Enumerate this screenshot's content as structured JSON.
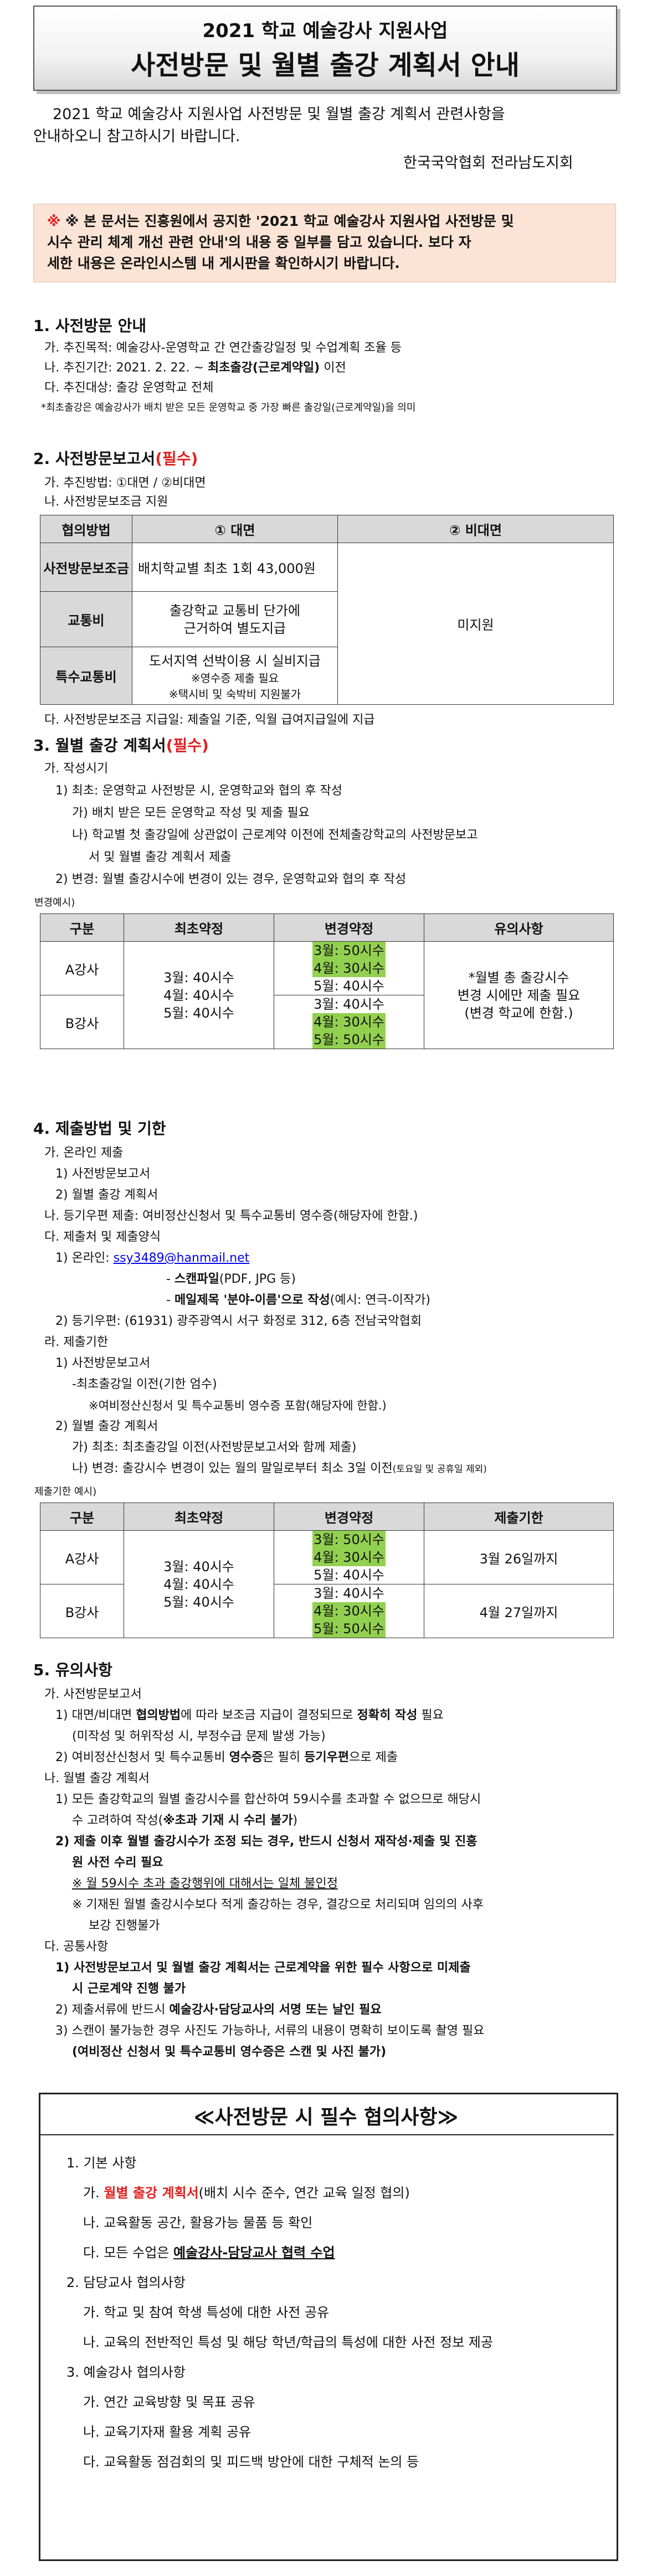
{
  "header": {
    "line1": "2021 학교 예술강사 지원사업",
    "line2": "사전방문 및 월별 출강 계획서 안내"
  },
  "intro": {
    "line1": "2021 학교 예술강사 지원사업 사전방문 및 월별 출강 계획서 관련사항을",
    "line2": "안내하오니 참고하시기 바랍니다.",
    "org": "한국국악협회 전라남도지회"
  },
  "notice": {
    "line1": "※ 본 문서는 진흥원에서 공지한 '2021 학교 예술강사 지원사업 사전방문 및",
    "line2": "시수 관리 체계 개선 관련 안내'의 내용 중 일부를 담고 있습니다. 보다 자",
    "line3": "세한 내용은 온라인시스템 내 게시판을 확인하시기 바랍니다."
  },
  "s1": {
    "title": "1. 사전방문 안내",
    "a": "가. 추진목적: 예술강사-운영학교 간 연간출강일정 및 수업계획 조율 등",
    "b_pre": "나. 추진기간: 2021. 2. 22. ~ ",
    "b_bold": "최초출강(근로계약일)",
    "b_post": " 이전",
    "c": "다. 추진대상: 출강 운영학교 전체",
    "note": "*최초출강은 예술강사가 배치 받은 모든 운영학교 중 가장 빠른 출강일(근로계약일)을 의미"
  },
  "s2": {
    "title": "2. 사전방문보고서",
    "title_red": "(필수)",
    "a": "가. 추진방법: ①대면 / ②비대면",
    "b": "나. 사전방문보조금 지원",
    "table": {
      "h0": "협의방법",
      "h1": "① 대면",
      "h2": "② 비대면",
      "r1label": "사전방문보조금",
      "r1val": "배치학교별 최초 1회 43,000원",
      "r2label": "교통비",
      "r2val1": "출강학교 교통비 단가에",
      "r2val2": "근거하여 별도지급",
      "r3label": "특수교통비",
      "r3val1": "도서지역 선박이용 시 실비지급",
      "r3val2": "※영수증 제출 필요",
      "r3val3": "※택시비 및 숙박비 지원불가",
      "none": "미지원"
    },
    "c": "다. 사전방문보조금 지급일: 제출일 기준, 익월 급여지급일에 지급"
  },
  "s3": {
    "title": "3. 월별 출강 계획서",
    "title_red": "(필수)",
    "a": "가. 작성시기",
    "i1": "1) 최초: 운영학교 사전방문 시, 운영학교와 협의 후 작성",
    "i1a": "가) 배치 받은 모든 운영학교 작성 및 제출 필요",
    "i1b1": "나) 학교별 첫 출강일에 상관없이 근로계약 이전에 전체출강학교의 사전방문보고",
    "i1b2": "서 및 월별 출강 계획서 제출",
    "i2": "2) 변경: 월별 출강시수에 변경이 있는 경우, 운영학교와 협의 후 작성",
    "example": "변경예시)",
    "table": {
      "h0": "구분",
      "h1": "최초약정",
      "h2": "변경약정",
      "h3": "유의사항",
      "rowA": "A강사",
      "rowB": "B강사",
      "init1": "3월: 40시수",
      "init2": "4월: 40시수",
      "init3": "5월: 40시수",
      "a1": "3월: 50시수",
      "a2": "4월: 30시수",
      "a3": "5월: 40시수",
      "b1": "3월: 40시수",
      "b2": "4월: 30시수",
      "b3": "5월: 50시수",
      "note1": "*월별 총 출강시수",
      "note2": "변경 시에만 제출 필요",
      "note3": "(변경 학교에 한함.)"
    }
  },
  "s4": {
    "title": "4. 제출방법 및 기한",
    "a": "가. 온라인 제출",
    "a1": "1) 사전방문보고서",
    "a2": "2) 월별 출강 계획서",
    "b": "나. 등기우편 제출: 여비정산신청서 및 특수교통비 영수증(해당자에 한함.)",
    "c": "다. 제출처 및 제출양식",
    "c1_pre": "1) 온라인: ",
    "c1_link": "ssy3489@hanmail.net",
    "c1a_pre": "- ",
    "c1a_bold": "스캔파일",
    "c1a_post": "(PDF, JPG 등)",
    "c1b_pre": "- ",
    "c1b_bold": "메일제목 '분야-이름'으로 작성",
    "c1b_post": "(예시: 연극-이작가)",
    "c2": "2) 등기우편: (61931) 광주광역시 서구 화정로 312, 6층 전남국악협회",
    "d": "라. 제출기한",
    "d1": "1) 사전방문보고서",
    "d1a": "-최초출강일 이전(기한 엄수)",
    "d1b": "※여비정산신청서 및 특수교통비 영수증 포함(해당자에 한함.)",
    "d2": "2) 월별 출강 계획서",
    "d2a": "가) 최초: 최초출강일 이전(사전방문보고서와 함께 제출)",
    "d2b_pre": "나) 변경: 출강시수 변경이 있는 월의 말일로부터 최소 3일 이전",
    "d2b_small": "(토요일 및 공휴일 제외)",
    "example": "제출기한 예시)",
    "table": {
      "h0": "구분",
      "h1": "최초약정",
      "h2": "변경약정",
      "h3": "제출기한",
      "rowA": "A강사",
      "rowB": "B강사",
      "deadA": "3월 26일까지",
      "deadB": "4월 27일까지"
    }
  },
  "s5": {
    "title": "5. 유의사항",
    "a": "가. 사전방문보고서",
    "a1_pre": "1) 대면/비대면 ",
    "a1_bold": "협의방법",
    "a1_mid": "에 따라 보조금 지급이 결정되므로 ",
    "a1_bold2": "정확히 작성",
    "a1_post": " 필요",
    "a1b": "(미작성 및 허위작성 시, 부정수급 문제 발생 가능)",
    "a2_pre": "2) 여비정산신청서 및 특수교통비 ",
    "a2_bold": "영수증",
    "a2_mid": "은 필히 ",
    "a2_bold2": "등기우편",
    "a2_post": "으로 제출",
    "b": "나. 월별 출강 계획서",
    "b1": "1) 모든 출강학교의 월별 출강시수를 합산하여 59시수를 초과할 수 없으므로 해당시",
    "b1b_pre": "수 고려하여 작성(",
    "b1b_bold": "※초과 기재 시 수리 불가",
    "b1b_post": ")",
    "b2a": "2) 제출 이후 월별 출강시수가 조정 되는 경우, 반드시 신청서 재작성·제출 및 진흥",
    "b2b": "원 사전 수리 필요",
    "b3": "※ 월 59시수 초과 출강행위에 대해서는 일체 불인정",
    "b4a": "※ 기재된 월별 출강시수보다 적게 출강하는 경우, 결강으로 처리되며 임의의 사후",
    "b4b": "보강 진행불가",
    "c": "다. 공통사항",
    "c1a": "1) 사전방문보고서 및 월별 출강 계획서는 근로계약을 위한 필수 사항으로 미제출",
    "c1b": "시 근로계약 진행 불가",
    "c2_pre": "2) 제출서류에 반드시 ",
    "c2_bold": "예술강사·담당교사의 서명 또는 날인 필요",
    "c3a": "3) 스캔이 불가능한 경우 사진도 가능하나, 서류의 내용이 명확히 보이도록 촬영 필요",
    "c3b": "(여비정산 신청서 및 특수교통비 영수증은 스캔 및 사진 불가)"
  },
  "box": {
    "title": "≪사전방문 시 필수 협의사항≫",
    "i1": "1. 기본 사항",
    "i1a_pre": "가. ",
    "i1a_red": "월별 출강 계획서",
    "i1a_post": "(배치 시수 준수, 연간 교육 일정 협의)",
    "i1b": "나. 교육활동 공간, 활용가능 물품 등 확인",
    "i1c_pre": "다. 모든 수업은 ",
    "i1c_bold": "예술강사-담당교사 협력 수업",
    "i2": "2. 담당교사 협의사항",
    "i2a": "가. 학교 및 참여 학생 특성에 대한 사전 공유",
    "i2b": "나. 교육의 전반적인 특성 및 해당 학년/학급의 특성에 대한 사전 정보 제공",
    "i3": "3. 예술강사 협의사항",
    "i3a": "가. 연간 교육방향 및 목표 공유",
    "i3b": "나. 교육기자재 활용 계획 공유",
    "i3c": "다. 교육활동 점검회의 및 피드백 방안에 대한 구체적 논의 등"
  }
}
